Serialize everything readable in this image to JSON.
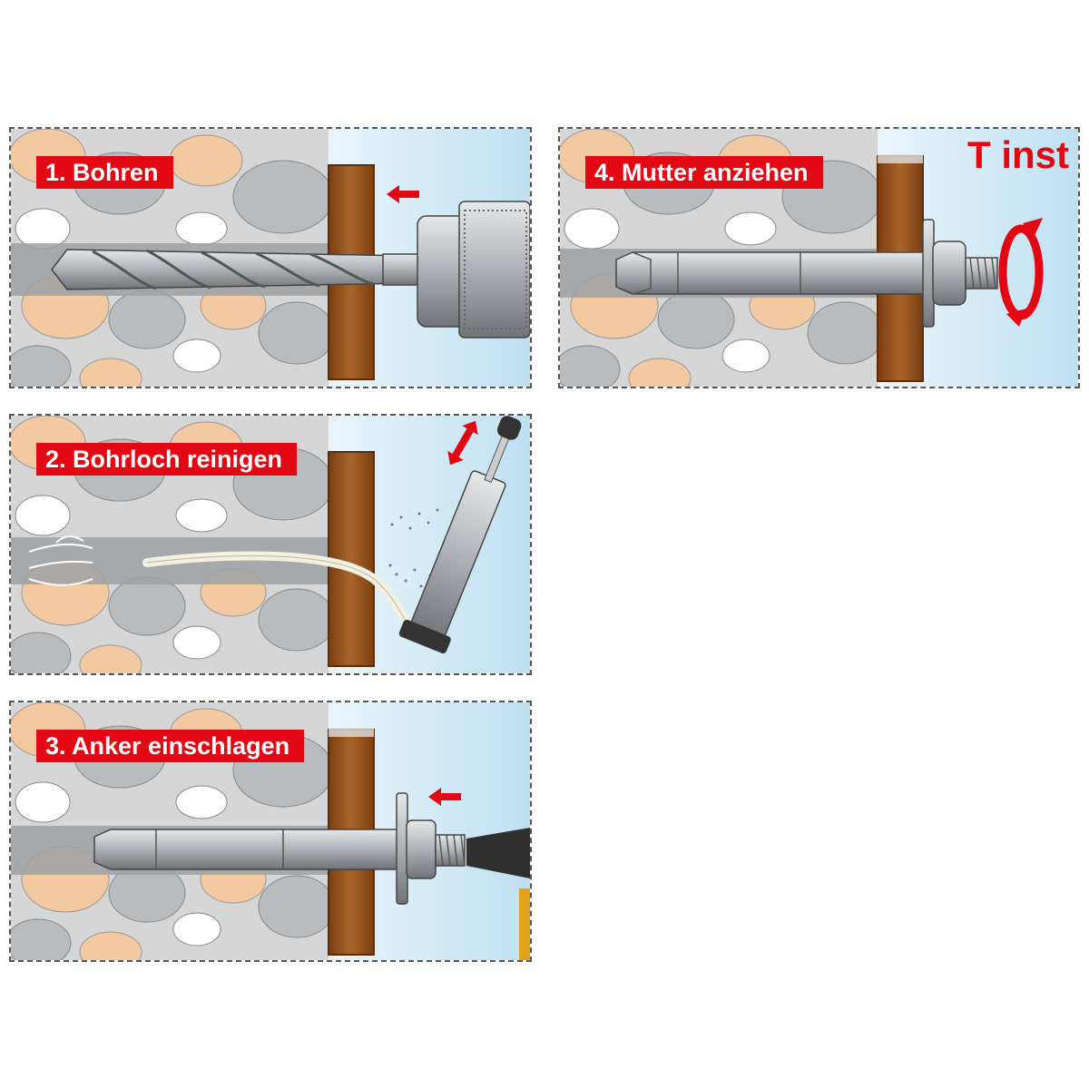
{
  "steps": [
    {
      "label": "1. Bohren"
    },
    {
      "label": "2. Bohrloch reinigen"
    },
    {
      "label": "3. Anker einschlagen"
    },
    {
      "label": "4. Mutter anziehen"
    }
  ],
  "torque_label": "T inst",
  "colors": {
    "accent_red": "#e30613",
    "concrete": "#d9d9d9",
    "stone_gray": "#b8bcc0",
    "stone_tan": "#f2c9a0",
    "wood": "#9c5a24",
    "sky": "#cfe6f3",
    "steel": "#a8acb0"
  },
  "icons": [
    "drill-bit-icon",
    "drill-chuck-icon",
    "blow-pump-icon",
    "anchor-bolt-icon",
    "hammer-icon",
    "rotation-arrow-icon",
    "direction-arrow-icon"
  ]
}
